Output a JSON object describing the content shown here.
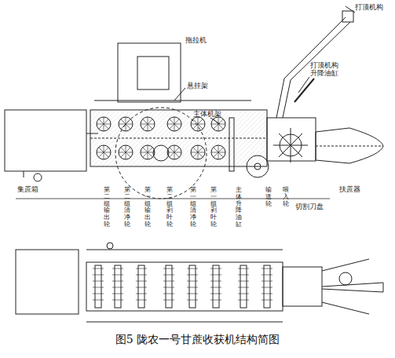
{
  "diagram": {
    "caption": "图5 陇农一号甘蔗收获机结构简图",
    "labels": [
      "打顶机构",
      "拖拉机",
      "悬挂架",
      "打顶机构升降油缸",
      "主体机架",
      "集蔗箱",
      "第二组输出轮",
      "第二组清净轮",
      "第一组输出轮",
      "第二组剥叶轮",
      "第一组清净轮",
      "第一组剥叶轮",
      "主体升降油缸",
      "输送轮",
      "喂入轮",
      "切割刀盘",
      "扶蔗器"
    ]
  }
}
